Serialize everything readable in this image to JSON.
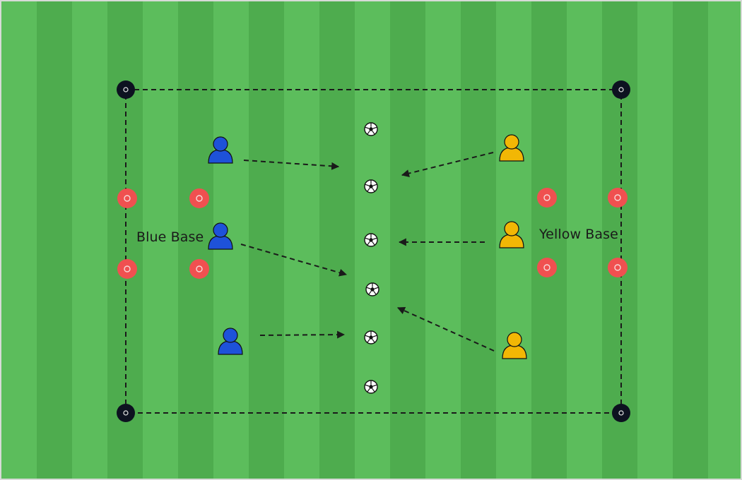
{
  "labels": {
    "blue_base": "Blue Base",
    "yellow_base": "Yellow Base"
  },
  "colors": {
    "grass_light": "#5cbd5c",
    "grass_dark": "#4eac4e",
    "blue_player": "#1e52d9",
    "yellow_player": "#f2b705",
    "cone_red": "#f05050",
    "marker_black": "#0d1220",
    "line": "#1a1a1a"
  },
  "icons": {
    "player": "person-icon",
    "ball": "soccer-ball-icon",
    "cone": "flat-disc-cone-icon",
    "corner": "corner-marker-icon"
  },
  "counts": {
    "blue_players": 3,
    "yellow_players": 3,
    "balls": 6,
    "red_cones": 8,
    "corner_markers": 4
  }
}
